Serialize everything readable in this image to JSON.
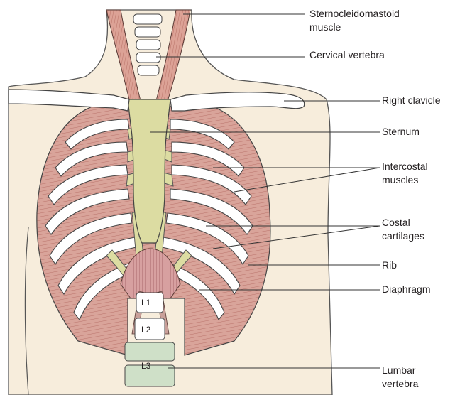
{
  "labels": {
    "sternocleidomastoid": [
      "Sternocleidomastoid",
      "muscle"
    ],
    "cervical_vertebra": "Cervical vertebra",
    "right_clavicle": "Right clavicle",
    "sternum": "Sternum",
    "intercostal_muscles": [
      "Intercostal",
      "muscles"
    ],
    "costal_cartilages": [
      "Costal",
      "cartilages"
    ],
    "rib": "Rib",
    "diaphragm": "Diaphragm",
    "lumbar_vertebra": [
      "Lumbar",
      "vertebra"
    ]
  },
  "vertebra_labels": [
    "L1",
    "L2",
    "L3"
  ],
  "colors": {
    "skin": "#f7eddc",
    "outline": "#2a2a2a",
    "muscle": "#d9a49a",
    "muscle_stripe": "#b9736b",
    "cartilage": "#dcdca2",
    "bone": "#ffffff",
    "lumbar_bone": "#cfe0c8"
  }
}
